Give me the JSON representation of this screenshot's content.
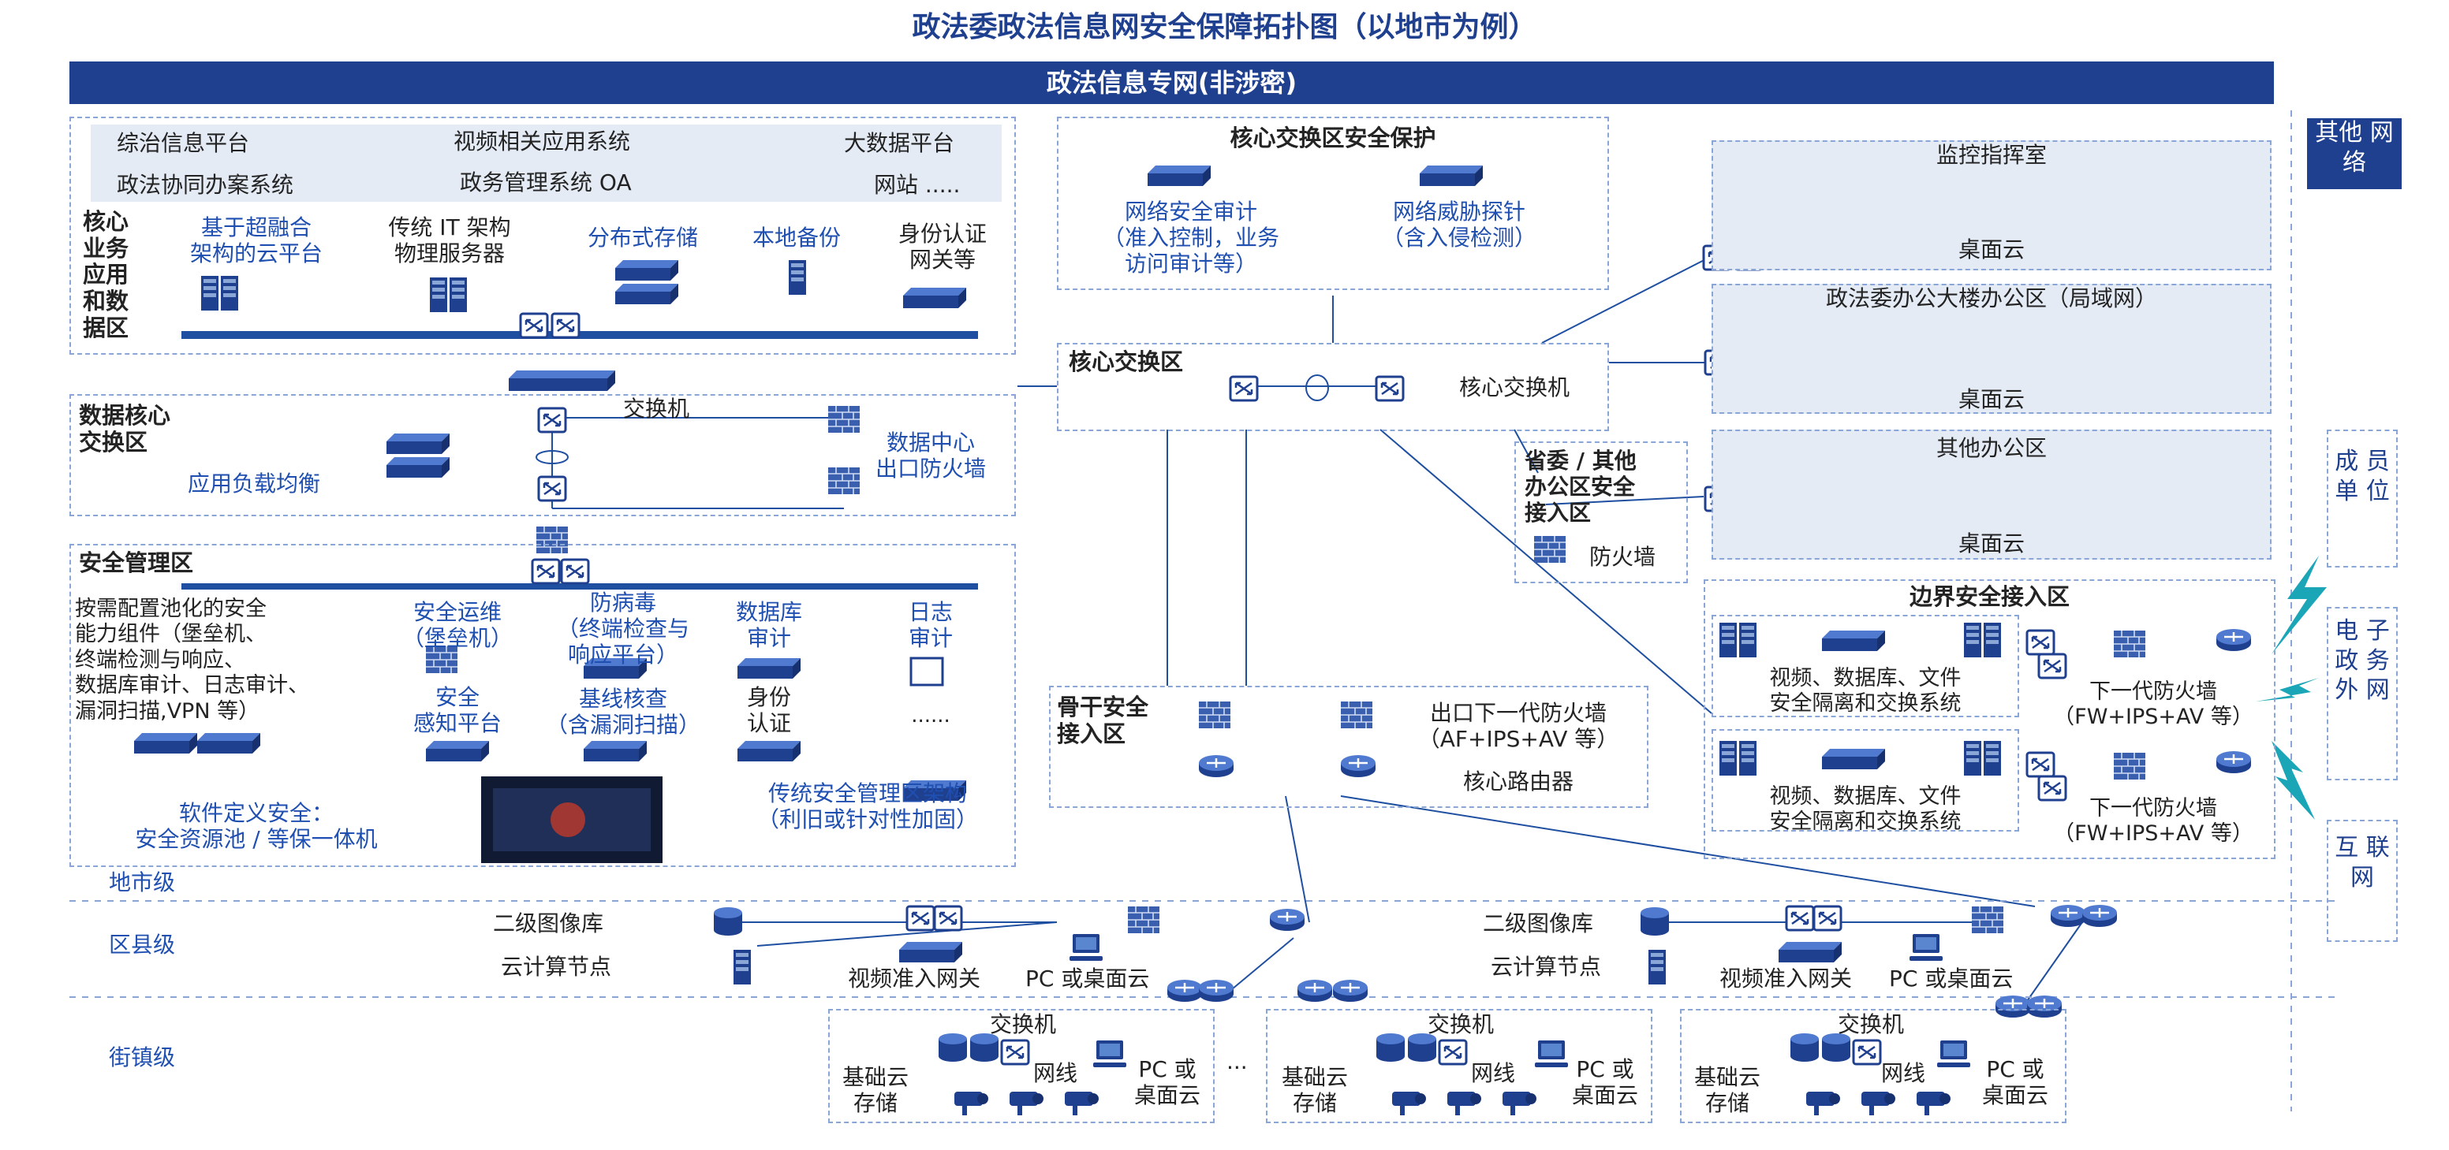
{
  "title": "政法委政法信息网安全保障拓扑图（以地市为例）",
  "banner": "政法信息专网(非涉密)",
  "side": {
    "other_network": "其他\n网络",
    "member_units": "成\n员\n单\n位",
    "egov_extranet": "电\n子\n政\n务\n外\n网",
    "internet": "互\n联\n网"
  },
  "platforms": {
    "row1": [
      "综治信息平台",
      "视频相关应用系统",
      "大数据平台"
    ],
    "row2": [
      "政法协同办案系统",
      "政务管理系统 OA",
      "网站 ....."
    ]
  },
  "core_business": {
    "label": "核心\n业务\n应用\n和数\n据区",
    "items": [
      "基于超融合\n架构的云平台",
      "传统 IT 架构\n物理服务器",
      "分布式存储",
      "本地备份",
      "身份认证\n网关等"
    ]
  },
  "data_core": {
    "label": "数据核心\n交换区",
    "switch": "交换机",
    "lb": "应用负载均衡",
    "dc_fw": "数据中心\n出口防火墙"
  },
  "security_mgmt": {
    "label": "安全管理区",
    "desc": "按需配置池化的安全\n能力组件（堡垒机、\n终端检测与响应、\n数据库审计、日志审计、\n漏洞扫描,VPN 等）",
    "sds": "软件定义安全：\n安全资源池 / 等保一体机",
    "ops": "安全运维\n（堡垒机）",
    "sense": "安全\n感知平台",
    "antivirus": "防病毒\n（终端检查与\n响应平台）",
    "baseline": "基线核查\n（含漏洞扫描）",
    "db_audit": "数据库\n审计",
    "auth": "身份\n认证",
    "log_audit": "日志\n审计",
    "dots": "......",
    "traditional": "传统安全管理区架构\n（利旧或针对性加固）"
  },
  "core_protect": {
    "label": "核心交换区安全保护",
    "audit": "网络安全审计\n（准入控制，业务\n访问审计等）",
    "threat": "网络威胁探针\n（含入侵检测）"
  },
  "core_exchange": {
    "label": "核心交换区",
    "switch": "核心交换机"
  },
  "province": {
    "label": "省委 / 其他\n办公区安全\n接入区",
    "fw": "防火墙"
  },
  "backbone": {
    "label": "骨干安全\n接入区",
    "fw": "出口下一代防火墙\n（AF+IPS+AV 等）",
    "router": "核心路由器"
  },
  "monitor": {
    "label": "监控指挥室",
    "cloud": "桌面云"
  },
  "office_building": {
    "label": "政法委办公大楼办公区（局域网）",
    "cloud": "桌面云"
  },
  "other_office": {
    "label": "其他办公区",
    "cloud": "桌面云"
  },
  "border": {
    "label": "边界安全接入区",
    "exchange": "视频、数据库、文件\n安全隔离和交换系统",
    "ngfw": "下一代防火墙\n（FW+IPS+AV 等）"
  },
  "levels": {
    "city": "地市级",
    "county": "区县级",
    "town": "街镇级"
  },
  "county": {
    "image_lib": "二级图像库",
    "cloud_node": "云计算节点",
    "video_gw": "视频准入网关",
    "pc": "PC 或桌面云"
  },
  "town": {
    "switch": "交换机",
    "storage": "基础云\n存储",
    "net": "网线",
    "pc": "PC 或\n桌面云",
    "ellipsis": "..."
  },
  "colors": {
    "primary": "#1f3f8f",
    "panel": "#e4ebf5",
    "dash": "#8aa6d6",
    "bolt": "#1aa6b7"
  }
}
